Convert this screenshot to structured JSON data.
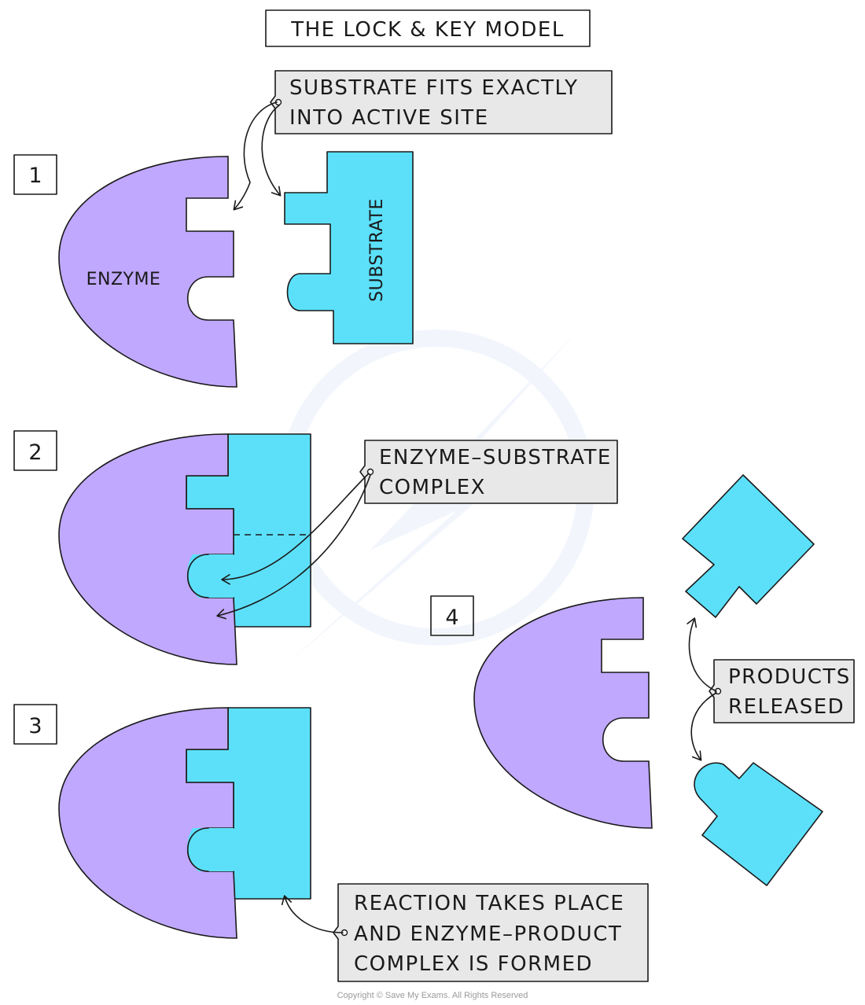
{
  "title": "THE LOCK & KEY MODEL",
  "colors": {
    "enzyme": "#C0A8FF",
    "substrate": "#5CE0FA",
    "title_box": "#FFE3B8",
    "number_box": "#FFE3B8",
    "callout_box": "#E8E8E8",
    "outline": "#1A1A1A"
  },
  "steps": {
    "s1": "1",
    "s2": "2",
    "s3": "3",
    "s4": "4"
  },
  "labels": {
    "enzyme": "ENZYME",
    "substrate": "SUBSTRATE"
  },
  "callouts": {
    "fits": {
      "line1": "SUBSTRATE  FITS  EXACTLY",
      "line2": "INTO  ACTIVE  SITE"
    },
    "complex": {
      "line1": "ENZYME–SUBSTRATE",
      "line2": "COMPLEX"
    },
    "products": {
      "line1": "PRODUCTS",
      "line2": "RELEASED"
    },
    "reaction": {
      "line1": "REACTION  TAKES  PLACE",
      "line2": "AND  ENZYME–PRODUCT",
      "line3": "COMPLEX  IS  FORMED"
    }
  },
  "copyright": "Copyright © Save My Exams. All Rights Reserved"
}
